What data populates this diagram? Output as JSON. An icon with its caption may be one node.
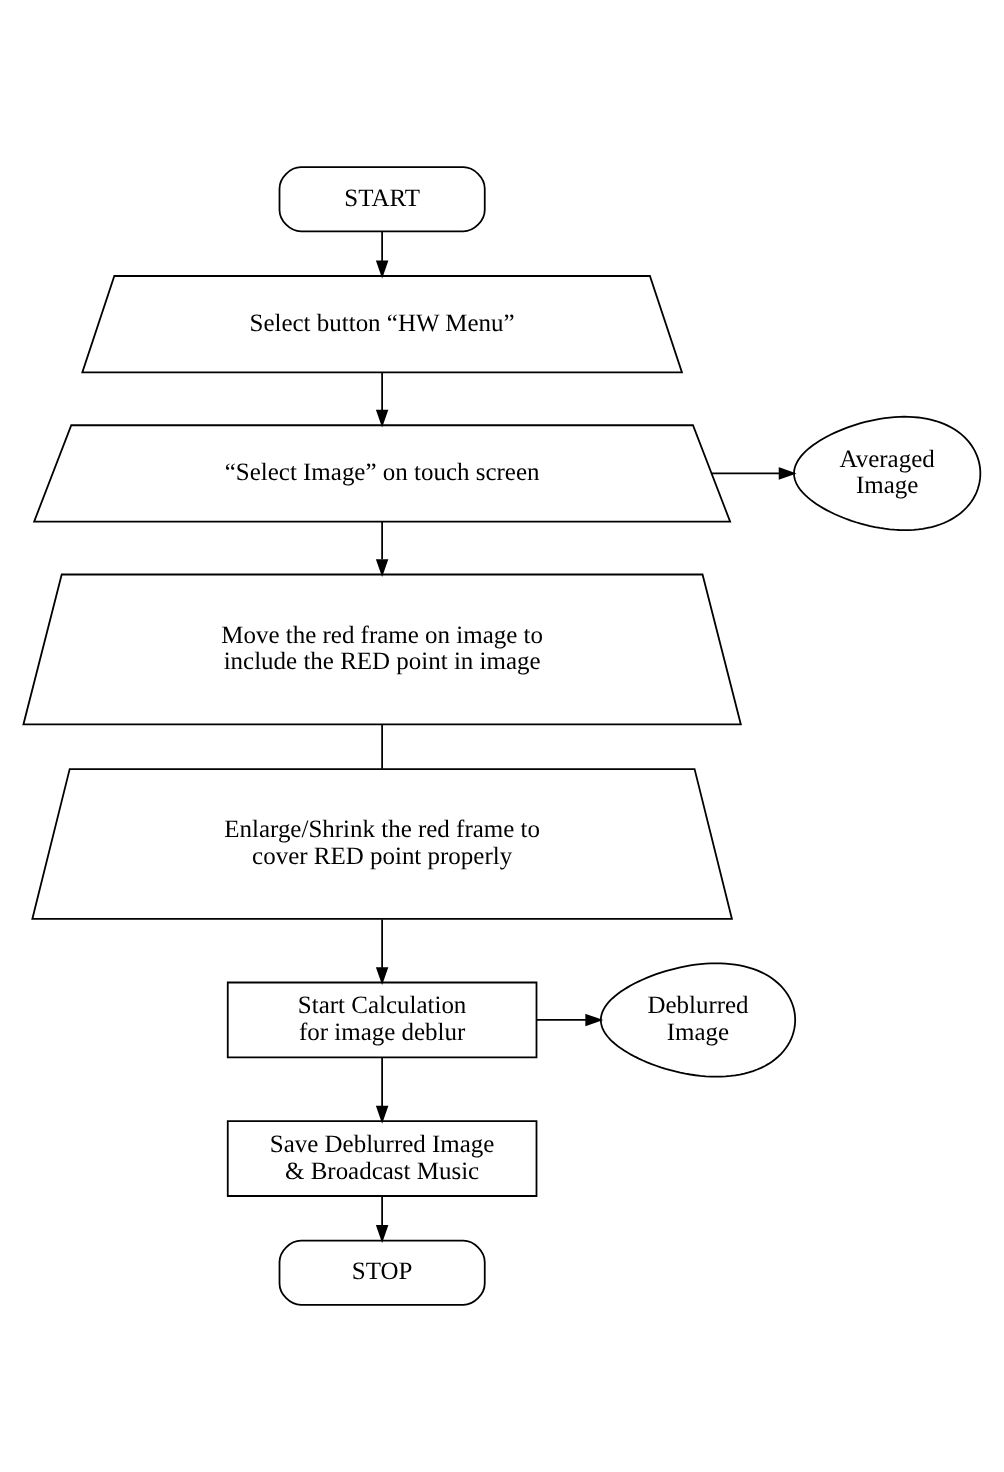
{
  "diagram": {
    "nodes": [
      {
        "text": [
          "START"
        ]
      },
      {
        "text": [
          "Select button “HW Menu”"
        ]
      },
      {
        "text": [
          "“Select Image” on touch screen"
        ]
      },
      {
        "text": [
          "Averaged Image"
        ]
      },
      {
        "text": [
          "Move the red frame on image to include the RED point in image"
        ]
      },
      {
        "text": [
          "Enlarge/Shrink the red frame to cover RED point properly"
        ]
      },
      {
        "text": [
          "Start Calculation for image deblur"
        ]
      },
      {
        "text": [
          "Deblurred Image"
        ]
      },
      {
        "text": [
          "Save Deblurred Image & Broadcast Music"
        ]
      },
      {
        "text": [
          "STOP"
        ]
      }
    ],
    "edges": [
      {
        "from": 0,
        "to": 1,
        "arrow": "to"
      },
      {
        "from": 1,
        "to": 2,
        "arrow": "to"
      },
      {
        "from": 2,
        "to": 3,
        "arrow": "to"
      },
      {
        "from": 2,
        "to": 4,
        "arrow": "to"
      },
      {
        "from": 4,
        "to": 5,
        "arrow": "none"
      },
      {
        "from": 5,
        "to": 6,
        "arrow": "to"
      },
      {
        "from": 6,
        "to": 7,
        "arrow": "to"
      },
      {
        "from": 6,
        "to": 8,
        "arrow": "to"
      },
      {
        "from": 8,
        "to": 9,
        "arrow": "to"
      }
    ]
  }
}
